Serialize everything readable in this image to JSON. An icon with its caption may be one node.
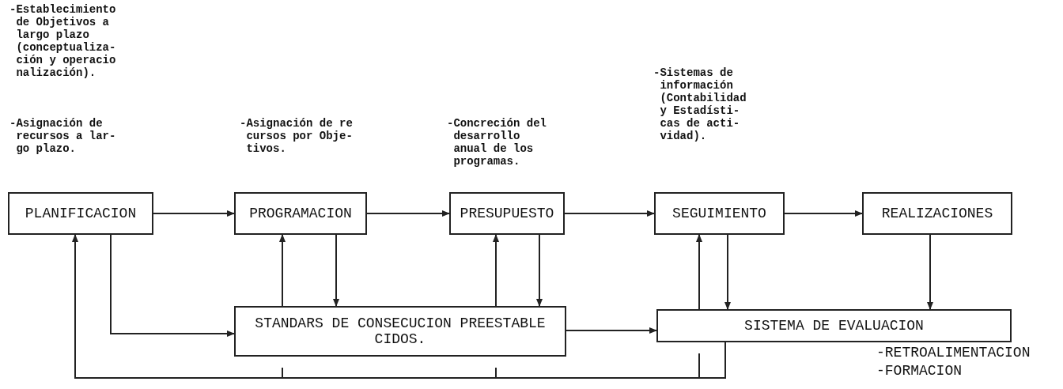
{
  "diagram": {
    "nodes": [
      {
        "text": [
          "PLANIFICACION"
        ],
        "beside": [
          "-Establecimiento de Objetivos a largo plazo (conceptualiza- ción y operacio nalización).",
          "-Asignación de recursos a lar- go plazo."
        ]
      },
      {
        "text": [
          "PROGRAMACION"
        ],
        "beside": [
          "-Asignación de re cursos por Obje- tivos."
        ]
      },
      {
        "text": [
          "PRESUPUESTO"
        ],
        "beside": [
          "-Concreción del desarrollo anual de los programas."
        ]
      },
      {
        "text": [
          "SEGUIMIENTO"
        ]
      },
      {
        "text": [
          "REALIZACIONES"
        ]
      },
      {
        "text": [
          "STANDARS DE CONSECUCION PREESTABLE CIDOS."
        ]
      },
      {
        "text": [
          "SISTEMA DE EVALUACION"
        ],
        "beside": [
          "-RETROALIMENTACION",
          "-FORMACION"
        ]
      }
    ],
    "edges": [
      {
        "from": 0,
        "to": 1,
        "arrow": "to"
      },
      {
        "from": 1,
        "to": 2,
        "arrow": "to"
      },
      {
        "from": 2,
        "to": 3,
        "arrow": "to"
      },
      {
        "from": 3,
        "to": 4,
        "arrow": "to"
      },
      {
        "from": 0,
        "to": 5,
        "arrow": "to"
      },
      {
        "from": 1,
        "to": 5,
        "arrow": "to"
      },
      {
        "from": 2,
        "to": 5,
        "arrow": "to"
      },
      {
        "from": 5,
        "to": 6,
        "arrow": "to"
      },
      {
        "from": 3,
        "to": 6,
        "arrow": "to"
      },
      {
        "from": 4,
        "to": 6,
        "arrow": "to"
      },
      {
        "from": 6,
        "to": 0,
        "arrow": "to"
      },
      {
        "from": 5,
        "to": 1,
        "arrow": "to"
      },
      {
        "from": 5,
        "to": 2,
        "arrow": "to"
      },
      {
        "from": 6,
        "to": 3,
        "arrow": "to"
      }
    ],
    "labels": [
      "-Sistemas de información (Contabilidad y Estadísti- cas de acti- vidad)."
    ]
  }
}
